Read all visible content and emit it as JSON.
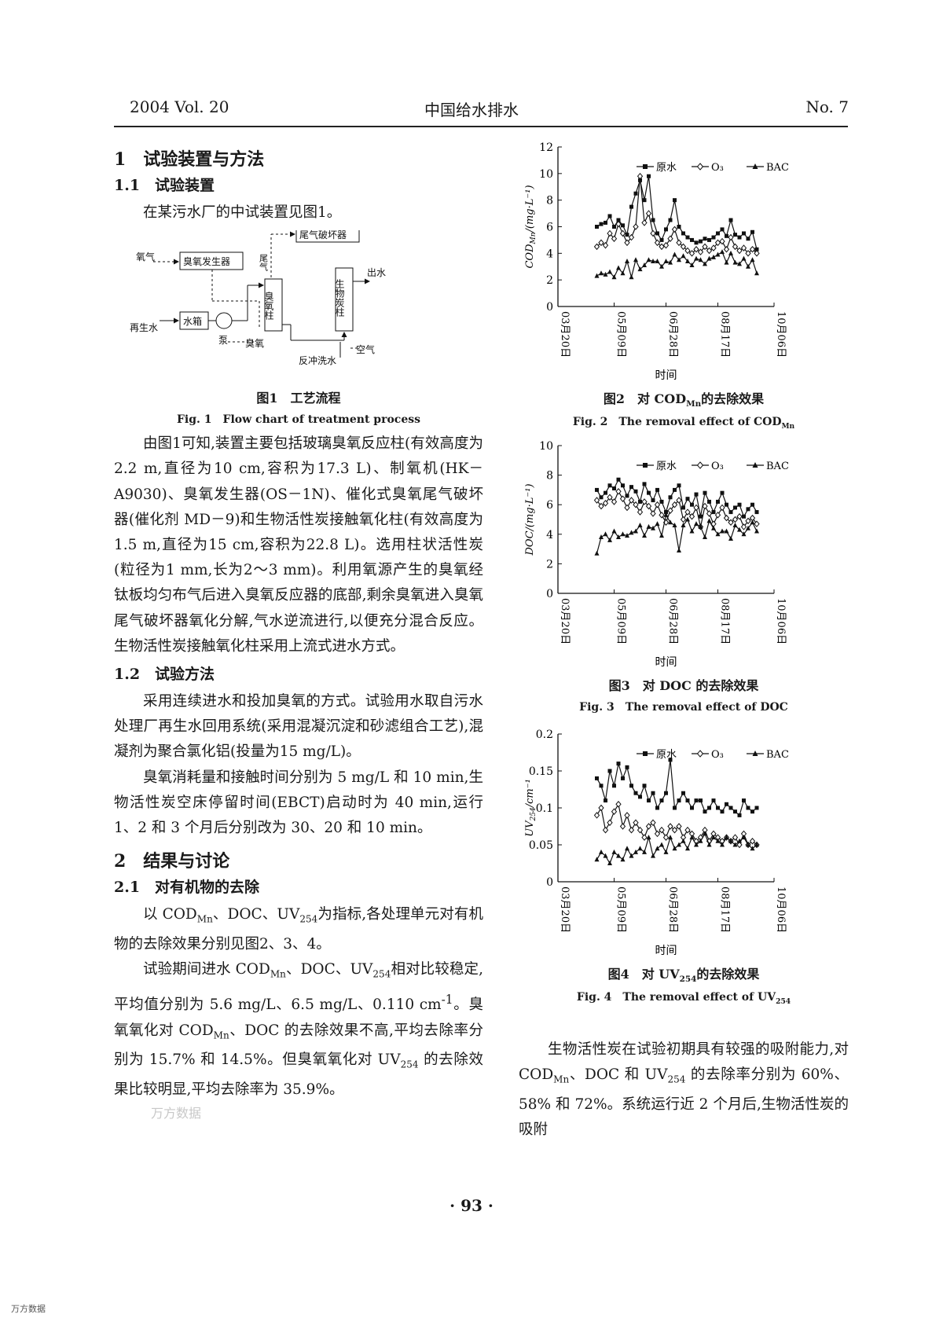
{
  "header": {
    "left": "2004 Vol. 20",
    "center": "中国给水排水",
    "right": "No. 7"
  },
  "sec1": {
    "title": "1　试验装置与方法",
    "s11_title": "1.1　试验装置",
    "s11_intro": "在某污水厂的中试装置见图1。",
    "s12_title": "1.2　试验方法",
    "p_method1": "采用连续进水和投加臭氧的方式。试验用水取自污水处理厂再生水回用系统(采用混凝沉淀和砂滤组合工艺),混凝剂为聚合氯化铝(投量为15 mg/L)。",
    "p_method2": "臭氧消耗量和接触时间分别为 5 mg/L 和 10 min,生物活性炭空床停留时间(EBCT)启动时为 40 min,运行 1、2 和 3 个月后分别改为 30、20 和 10 min。"
  },
  "fig1": {
    "cap_cn": "图1　工艺流程",
    "cap_en": "Fig. 1　Flow chart of treatment process",
    "labels": {
      "oxygen": "氧气",
      "ozone_gen": "臭氧发生器",
      "tail_destroyer": "尾气破坏器",
      "tail_gas": "尾气",
      "ozone_col": "臭氧柱",
      "bac_col": "生物炭柱",
      "outlet": "出水",
      "reclaimed": "再生水",
      "tank": "水箱",
      "pump": "泵",
      "ozone": "臭氧",
      "backwash": "反冲洗水",
      "air": "空气"
    }
  },
  "p_fig1_desc": "由图1可知,装置主要包括玻璃臭氧反应柱(有效高度为2.2 m,直径为10 cm,容积为17.3 L)、制氧机(HK－A9030)、臭氧发生器(OS－1N)、催化式臭氧尾气破坏器(催化剂 MD－9)和生物活性炭接触氧化柱(有效高度为1.5 m,直径为15 cm,容积为22.8 L)。选用柱状活性炭(粒径为1 mm,长为2～3 mm)。利用氧源产生的臭氧经钛板均匀布气后进入臭氧反应器的底部,剩余臭氧进入臭氧尾气破坏器氧化分解,气水逆流进行,以便充分混合反应。生物活性炭接触氧化柱采用上流式进水方式。",
  "sec2": {
    "title": "2　结果与讨论",
    "s21_title": "2.1　对有机物的去除",
    "p1_a": "以 COD",
    "p1_b": "、DOC、UV",
    "p1_c": "为指标,各处理单元对有机物的去除效果分别见图2、3、4。",
    "p2_a": "试验期间进水 COD",
    "p2_b": "、DOC、UV",
    "p2_c": "相对比较稳定,平均值分别为 5.6 mg/L、6.5 mg/L、0.110 cm",
    "p2_d": "。臭氧氧化对 COD",
    "p2_e": "、DOC 的去除效果不高,平均去除率分别为 15.7% 和 14.5%。但臭氧氧化对 UV",
    "p2_f": " 的去除效果比较明显,平均去除率为 35.9%。",
    "sub_mn": "Mn",
    "sub_254": "254",
    "sup_m1": "-1"
  },
  "right_text": {
    "p1_a": "生物活性炭在试验初期具有较强的吸附能力,对 COD",
    "p1_b": "、DOC 和 UV",
    "p1_c": " 的去除率分别为 60%、58% 和 72%。系统运行近 2 个月后,生物活性炭的吸附"
  },
  "page_num": "· 93 ·",
  "watermark": "万方数据",
  "footer_mark": "万方数据",
  "legend": {
    "raw": "原水",
    "o3": "O₃",
    "bac": "BAC"
  },
  "x_label": "时间",
  "x_ticks": [
    "03月20日",
    "05月09日",
    "06月28日",
    "08月17日",
    "10月06日"
  ],
  "charts": [
    {
      "id": "fig2",
      "cap_cn_a": "图2　对 COD",
      "cap_cn_sub": "Mn",
      "cap_cn_b": "的去除效果",
      "cap_en_a": "Fig. 2　The removal effect of COD",
      "cap_en_sub": "Mn",
      "ylabel_a": "COD",
      "ylabel_sub": "Mn",
      "ylabel_b": "/(mg·L⁻¹)",
      "ymax": 12,
      "yticks": [
        0,
        2,
        4,
        6,
        8,
        10,
        12
      ]
    },
    {
      "id": "fig3",
      "cap_cn_a": "图3　对 DOC 的去除效果",
      "cap_cn_sub": "",
      "cap_cn_b": "",
      "cap_en_a": "Fig. 3　The removal effect of DOC",
      "cap_en_sub": "",
      "ylabel_a": "DOC/(mg·L⁻¹)",
      "ylabel_sub": "",
      "ylabel_b": "",
      "ymax": 10,
      "yticks": [
        0,
        2,
        4,
        6,
        8,
        10
      ]
    },
    {
      "id": "fig4",
      "cap_cn_a": "图4　对 UV",
      "cap_cn_sub": "254",
      "cap_cn_b": "的去除效果",
      "cap_en_a": "Fig. 4　The removal effect of UV",
      "cap_en_sub": "254",
      "ylabel_a": "UV",
      "ylabel_sub": "254",
      "ylabel_b": "/cm⁻¹",
      "ymax": 0.2,
      "yticks": [
        0,
        0.05,
        0.1,
        0.15,
        0.2
      ]
    }
  ],
  "chart_data": [
    {
      "type": "line",
      "xlabel": "时间",
      "ylabel": "COD_Mn/(mg·L⁻¹)",
      "ylim": [
        0,
        12
      ],
      "categories": [
        "03月20日",
        "05月09日",
        "06月28日",
        "08月17日",
        "10月06日"
      ],
      "x": [
        0.18,
        0.2,
        0.22,
        0.24,
        0.26,
        0.28,
        0.3,
        0.32,
        0.34,
        0.36,
        0.38,
        0.4,
        0.42,
        0.44,
        0.46,
        0.48,
        0.5,
        0.52,
        0.54,
        0.56,
        0.58,
        0.6,
        0.62,
        0.64,
        0.66,
        0.68,
        0.7,
        0.72,
        0.74,
        0.76,
        0.78,
        0.8,
        0.82,
        0.84,
        0.86,
        0.88,
        0.9,
        0.92
      ],
      "series": [
        {
          "name": "原水",
          "values": [
            6,
            6.2,
            6.3,
            6.8,
            6,
            6.5,
            6.1,
            5.4,
            7.5,
            8.5,
            9.5,
            8,
            9.8,
            6.5,
            5.5,
            5,
            5.8,
            6.5,
            8,
            6,
            5.5,
            5.2,
            5,
            4.8,
            4.9,
            5.1,
            5,
            5.2,
            5.5,
            5.8,
            5.3,
            6.5,
            5.4,
            5.2,
            5.5,
            5.1,
            5.6,
            4.3
          ]
        },
        {
          "name": "O₃",
          "values": [
            4.5,
            4.8,
            4.6,
            5.5,
            5.1,
            6.2,
            5.5,
            4.8,
            5.2,
            6,
            9.8,
            6.3,
            7,
            5.5,
            4.8,
            4.5,
            4.6,
            5.1,
            5.8,
            4.8,
            4.5,
            4.2,
            4,
            4.3,
            4.1,
            4.5,
            4.2,
            4.4,
            4.8,
            4.9,
            4.3,
            5.2,
            4.5,
            4.2,
            4.4,
            4,
            4.3,
            4
          ]
        },
        {
          "name": "BAC",
          "values": [
            2.3,
            2.5,
            2.4,
            2.6,
            2.2,
            2.9,
            2.5,
            3.4,
            2.2,
            3.5,
            2.8,
            3.1,
            3.5,
            3.4,
            3.4,
            3,
            3.4,
            3.3,
            3.9,
            3.5,
            3.8,
            3.4,
            3.1,
            3.6,
            3.5,
            3.2,
            3.6,
            3.7,
            3.9,
            4.1,
            3.3,
            4,
            3.3,
            3.2,
            3.6,
            3,
            3.5,
            2.5
          ]
        }
      ]
    },
    {
      "type": "line",
      "xlabel": "时间",
      "ylabel": "DOC/(mg·L⁻¹)",
      "ylim": [
        0,
        10
      ],
      "categories": [
        "03月20日",
        "05月09日",
        "06月28日",
        "08月17日",
        "10月06日"
      ],
      "x": [
        0.18,
        0.2,
        0.22,
        0.24,
        0.26,
        0.28,
        0.3,
        0.32,
        0.34,
        0.36,
        0.38,
        0.4,
        0.42,
        0.44,
        0.46,
        0.48,
        0.5,
        0.52,
        0.54,
        0.56,
        0.58,
        0.6,
        0.62,
        0.64,
        0.66,
        0.68,
        0.7,
        0.72,
        0.74,
        0.76,
        0.78,
        0.8,
        0.82,
        0.84,
        0.86,
        0.88,
        0.9,
        0.92
      ],
      "series": [
        {
          "name": "原水",
          "values": [
            7,
            6.5,
            6.8,
            7.3,
            7.1,
            7.7,
            7.3,
            6.6,
            7.2,
            6.9,
            6.2,
            7.4,
            6.8,
            6.3,
            7,
            6.2,
            5.5,
            6.5,
            7,
            7.3,
            5.8,
            6.4,
            6,
            6.7,
            5.2,
            6.8,
            6.2,
            5.5,
            6.2,
            6.8,
            6,
            5.5,
            5.8,
            6,
            5.2,
            5.7,
            6,
            5.5
          ]
        },
        {
          "name": "O₃",
          "values": [
            6.3,
            5.9,
            6.1,
            6.5,
            6.2,
            6.9,
            6.4,
            5.8,
            6.3,
            6,
            5.5,
            6.2,
            5.9,
            5.4,
            6,
            5.3,
            4.8,
            5.6,
            6,
            6.3,
            5,
            5.5,
            5.2,
            5.8,
            4.5,
            5.9,
            5.4,
            4.7,
            5.3,
            5.8,
            5.1,
            4.8,
            5,
            5.2,
            4.5,
            4.9,
            5.1,
            4.7
          ]
        },
        {
          "name": "BAC",
          "values": [
            2.7,
            3.8,
            4,
            3.6,
            4.2,
            3.8,
            4,
            3.9,
            4.1,
            4.2,
            4.6,
            3.9,
            4.5,
            4.4,
            4.7,
            3.9,
            5.3,
            4.8,
            4.6,
            2.9,
            4.6,
            5,
            4.2,
            4.7,
            4.5,
            3.8,
            4.9,
            4.4,
            4,
            4.2,
            4.2,
            3.7,
            4.6,
            4.3,
            4,
            4.4,
            4.8,
            4.2
          ]
        }
      ]
    },
    {
      "type": "line",
      "xlabel": "时间",
      "ylabel": "UV254/cm⁻¹",
      "ylim": [
        0,
        0.2
      ],
      "categories": [
        "03月20日",
        "05月09日",
        "06月28日",
        "08月17日",
        "10月06日"
      ],
      "x": [
        0.18,
        0.2,
        0.22,
        0.24,
        0.26,
        0.28,
        0.3,
        0.32,
        0.34,
        0.36,
        0.38,
        0.4,
        0.42,
        0.44,
        0.46,
        0.48,
        0.5,
        0.52,
        0.54,
        0.56,
        0.58,
        0.6,
        0.62,
        0.64,
        0.66,
        0.68,
        0.7,
        0.72,
        0.74,
        0.76,
        0.78,
        0.8,
        0.82,
        0.84,
        0.86,
        0.88,
        0.9,
        0.92
      ],
      "series": [
        {
          "name": "原水",
          "values": [
            0.14,
            0.13,
            0.11,
            0.15,
            0.13,
            0.16,
            0.14,
            0.155,
            0.13,
            0.12,
            0.115,
            0.13,
            0.11,
            0.12,
            0.1,
            0.11,
            0.12,
            0.165,
            0.1,
            0.11,
            0.12,
            0.11,
            0.1,
            0.11,
            0.11,
            0.095,
            0.1,
            0.11,
            0.1,
            0.095,
            0.105,
            0.1,
            0.095,
            0.09,
            0.11,
            0.1,
            0.095,
            0.1
          ]
        },
        {
          "name": "O₃",
          "values": [
            0.09,
            0.1,
            0.07,
            0.08,
            0.095,
            0.105,
            0.075,
            0.09,
            0.07,
            0.08,
            0.07,
            0.06,
            0.075,
            0.08,
            0.065,
            0.07,
            0.06,
            0.075,
            0.07,
            0.075,
            0.06,
            0.07,
            0.065,
            0.055,
            0.06,
            0.07,
            0.055,
            0.065,
            0.06,
            0.055,
            0.06,
            0.055,
            0.06,
            0.05,
            0.065,
            0.05,
            0.055,
            0.05
          ]
        },
        {
          "name": "BAC",
          "values": [
            0.03,
            0.04,
            0.035,
            0.025,
            0.04,
            0.035,
            0.03,
            0.045,
            0.035,
            0.04,
            0.045,
            0.04,
            0.06,
            0.035,
            0.045,
            0.05,
            0.04,
            0.06,
            0.045,
            0.05,
            0.055,
            0.045,
            0.06,
            0.05,
            0.055,
            0.065,
            0.05,
            0.06,
            0.055,
            0.05,
            0.06,
            0.055,
            0.05,
            0.055,
            0.06,
            0.05,
            0.045,
            0.05
          ]
        }
      ]
    }
  ]
}
